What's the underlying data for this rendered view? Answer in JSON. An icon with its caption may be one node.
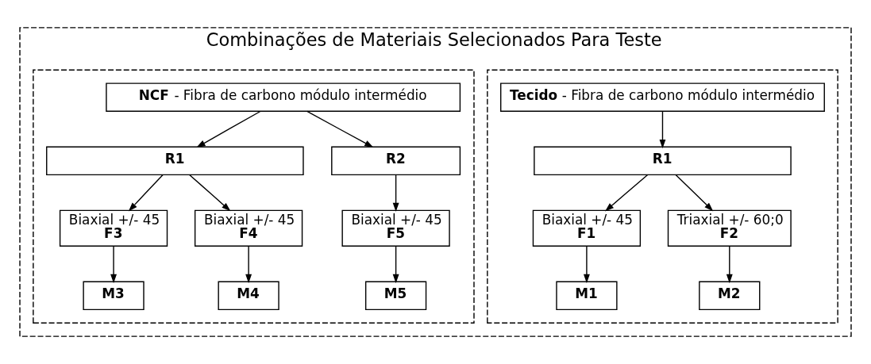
{
  "diagram": {
    "nodes": [
      {
        "text": [
          "Combinações de Materiais Selecionados Para Teste"
        ]
      },
      {
        "text": [],
        "shape": "box",
        "in": 0
      },
      {
        "text": [],
        "shape": "box",
        "in": 0
      },
      {
        "text": [
          "**Tecido** - Fibra de carbono módulo intermédio"
        ],
        "in": 1
      },
      {
        "text": [
          "R1"
        ],
        "in": 1
      },
      {
        "text": [
          "Biaxial +/- 45",
          "F1"
        ],
        "in": 1
      },
      {
        "text": [
          "Triaxial +/- 60;0",
          "F2"
        ],
        "in": 1
      },
      {
        "text": [
          "M1"
        ],
        "in": 1
      },
      {
        "text": [
          "M2"
        ],
        "in": 1
      },
      {
        "text": [
          "**NCF** - Fibra de carbono módulo intermédio"
        ],
        "in": 2
      },
      {
        "text": [
          "R1"
        ],
        "in": 2
      },
      {
        "text": [
          "R2"
        ],
        "in": 2
      },
      {
        "text": [
          "Biaxial +/- 45",
          "F3"
        ],
        "in": 2
      },
      {
        "text": [
          "Biaxial +/- 45",
          "F4"
        ],
        "in": 2
      },
      {
        "text": [
          "Biaxial +/- 45",
          "F5"
        ],
        "in": 2
      },
      {
        "text": [
          "M3"
        ],
        "in": 2
      },
      {
        "text": [
          "M4"
        ],
        "in": 2
      },
      {
        "text": [
          "M5"
        ],
        "in": 2
      }
    ],
    "edges": [
      {
        "from": 3,
        "to": 4,
        "arrow": "to"
      },
      {
        "from": 4,
        "to": 5,
        "arrow": "to"
      },
      {
        "from": 4,
        "to": 6,
        "arrow": "to"
      },
      {
        "from": 5,
        "to": 7,
        "arrow": "to"
      },
      {
        "from": 6,
        "to": 8,
        "arrow": "to"
      },
      {
        "from": 9,
        "to": 10,
        "arrow": "to"
      },
      {
        "from": 9,
        "to": 11,
        "arrow": "to"
      },
      {
        "from": 10,
        "to": 12,
        "arrow": "to"
      },
      {
        "from": 10,
        "to": 13,
        "arrow": "to"
      },
      {
        "from": 11,
        "to": 14,
        "arrow": "to"
      },
      {
        "from": 12,
        "to": 15,
        "arrow": "to"
      },
      {
        "from": 13,
        "to": 16,
        "arrow": "to"
      },
      {
        "from": 14,
        "to": 17,
        "arrow": "to"
      }
    ]
  }
}
